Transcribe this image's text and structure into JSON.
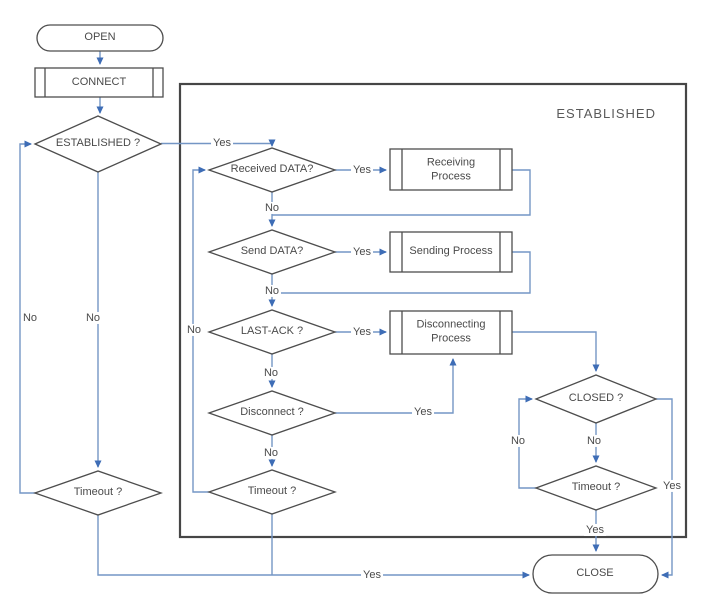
{
  "colors": {
    "connector_blue": "#7496c5",
    "arrowhead_blue": "#3e6db6",
    "shape_border_gray": "#4d4d4d",
    "region_border_gray": "#464646",
    "text_gray": "#4a4a4a",
    "background": "#ffffff"
  },
  "region": {
    "label": "ESTABLISHED"
  },
  "nodes": {
    "open": {
      "label": "OPEN",
      "type": "terminator"
    },
    "connect": {
      "label": "CONNECT",
      "type": "predefined-process"
    },
    "established_q": {
      "label": "ESTABLISHED ?",
      "type": "decision"
    },
    "received_data_q": {
      "label": "Received DATA?",
      "type": "decision"
    },
    "receiving_process": {
      "label": "Receiving Process",
      "type": "predefined-process"
    },
    "send_data_q": {
      "label": "Send DATA?",
      "type": "decision"
    },
    "sending_process": {
      "label": "Sending Process",
      "type": "predefined-process"
    },
    "last_ack_q": {
      "label": "LAST-ACK ?",
      "type": "decision"
    },
    "disconnecting_process": {
      "label": "Disconnecting Process",
      "type": "predefined-process"
    },
    "disconnect_q": {
      "label": "Disconnect ?",
      "type": "decision"
    },
    "inner_timeout_q": {
      "label": "Timeout ?",
      "type": "decision"
    },
    "left_timeout_q": {
      "label": "Timeout ?",
      "type": "decision"
    },
    "closed_q": {
      "label": "CLOSED ?",
      "type": "decision"
    },
    "right_timeout_q": {
      "label": "Timeout ?",
      "type": "decision"
    },
    "close": {
      "label": "CLOSE",
      "type": "terminator"
    }
  },
  "edge_labels": {
    "established_yes": "Yes",
    "established_no": "No",
    "outer_loop_no": "No",
    "received_yes": "Yes",
    "received_no": "No",
    "send_yes": "Yes",
    "send_no": "No",
    "last_ack_yes": "Yes",
    "last_ack_no": "No",
    "disconnect_yes": "Yes",
    "disconnect_no": "No",
    "inner_loop_no": "No",
    "closed_loop_no": "No",
    "closed_no": "No",
    "closed_yes": "Yes",
    "right_timeout_yes": "Yes",
    "bottom_yes": "Yes"
  }
}
